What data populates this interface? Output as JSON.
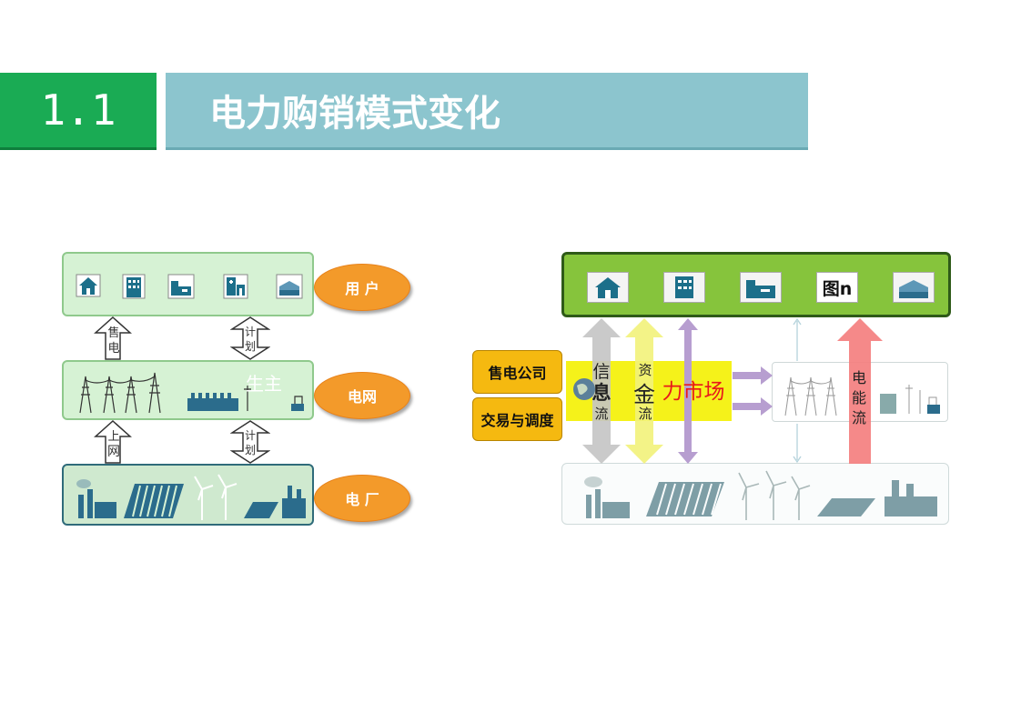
{
  "header": {
    "section_number": "1.1",
    "section_title": "电力购销模式变化"
  },
  "left": {
    "ovals": {
      "users": "用 户",
      "grid": "电网",
      "plant": "电 厂"
    },
    "arrow_sell": [
      "售",
      "电"
    ],
    "arrow_plan_top": [
      "计",
      "划"
    ],
    "arrow_plan_bottom": [
      "计",
      "划"
    ],
    "arrow_upnet": [
      "上",
      "网"
    ],
    "grid_overlay_text": "生主"
  },
  "right": {
    "side_buttons": {
      "retail_company": "售电公司",
      "trading_dispatch": "交易与调度"
    },
    "info_flow": [
      "信",
      "息",
      "流"
    ],
    "fund_flow": [
      "资",
      "金",
      "流"
    ],
    "market_label": "力市场",
    "power_flow": [
      "电",
      "能",
      "流"
    ],
    "top_icon_label": "图n"
  },
  "colors": {
    "green_accent": "#1aab54",
    "title_bar": "#8cc5ce",
    "oval_orange": "#f39a2a",
    "market_red": "#e8191a",
    "top_bar_green": "#86c43c",
    "yellow_panel": "#f5f21a",
    "button_gold": "#f5b910"
  }
}
